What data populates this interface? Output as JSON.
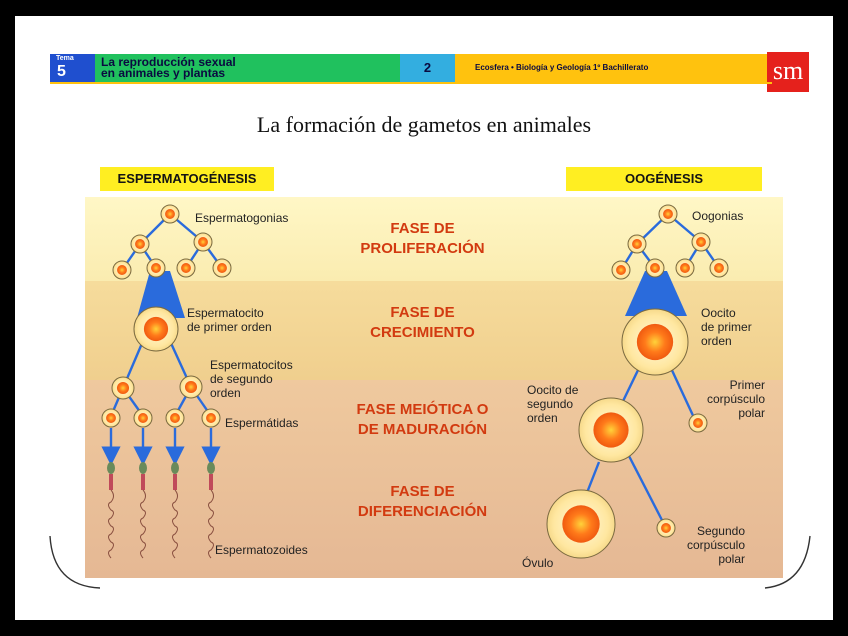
{
  "header": {
    "tema_label": "Tema",
    "tema_number": "5",
    "unit_title_line1": "La reproducción sexual",
    "unit_title_line2": "en animales y plantas",
    "page_number": "2",
    "book_info": "Ecosfera • Biología y Geología 1º Bachillerato",
    "logo": "sm",
    "colors": {
      "tema": "#1f4fcf",
      "title": "#20c15e",
      "page": "#33aee0",
      "book": "#ffc20e",
      "logo": "#e5211c"
    }
  },
  "title": "La formación de gametos en animales",
  "sections": {
    "left": "ESPERMATOGÉNESIS",
    "right": "OOGÉNESIS"
  },
  "phases": {
    "proliferation": [
      "FASE DE",
      "PROLIFERACIÓN"
    ],
    "growth": [
      "FASE DE",
      "CRECIMIENTO"
    ],
    "meiotic": [
      "FASE MEIÓTICA O",
      "DE MADURACIÓN"
    ],
    "differentiation": [
      "FASE DE",
      "DIFERENCIACIÓN"
    ]
  },
  "labels_left": {
    "spermatogonia": "Espermatogonias",
    "primary_1": "Espermatocito",
    "primary_2": "de primer orden",
    "secondary_1": "Espermatocitos",
    "secondary_2": "de segundo",
    "secondary_3": "orden",
    "spermatids": "Espermátidas",
    "spermatozoa": "Espermatozoides"
  },
  "labels_right": {
    "oogonia": "Oogonias",
    "primary_1": "Oocito",
    "primary_2": "de primer",
    "primary_3": "orden",
    "secondary_1": "Oocito de",
    "secondary_2": "segundo",
    "secondary_3": "orden",
    "polar1_1": "Primer",
    "polar1_2": "corpúsculo",
    "polar1_3": "polar",
    "ovum": "Óvulo",
    "polar2_1": "Segundo",
    "polar2_2": "corpúsculo",
    "polar2_3": "polar"
  }
}
